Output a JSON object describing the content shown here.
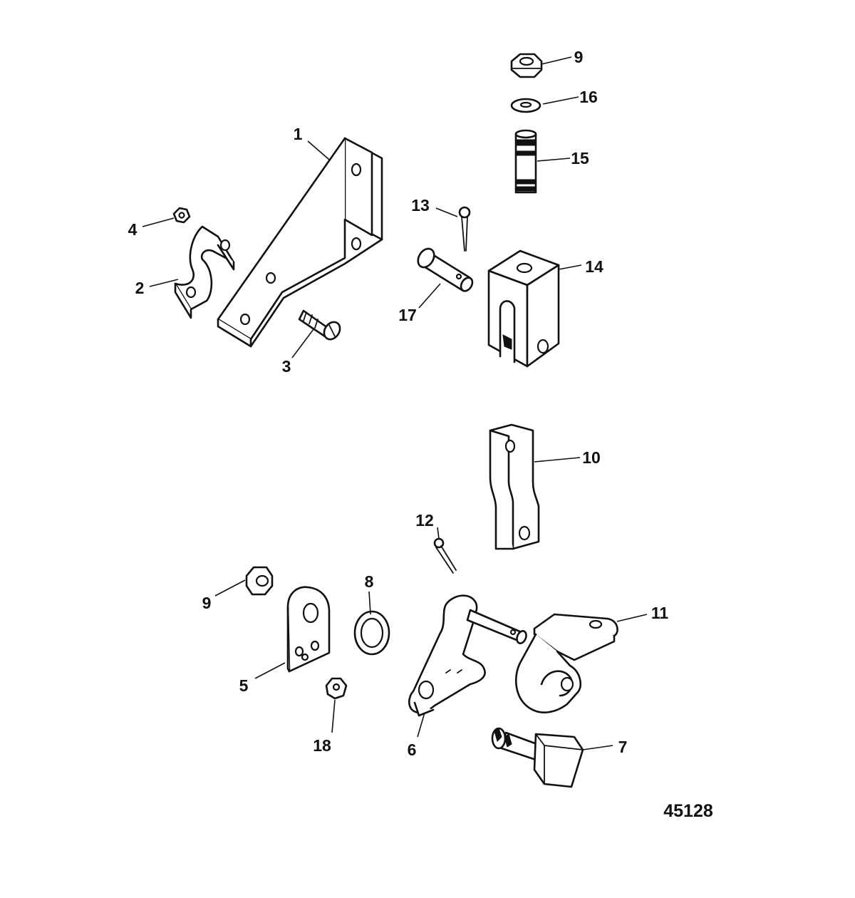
{
  "figure_number": "45128",
  "callouts": [
    "1",
    "2",
    "3",
    "4",
    "5",
    "6",
    "7",
    "8",
    "9",
    "9",
    "10",
    "11",
    "12",
    "13",
    "14",
    "15",
    "16",
    "17",
    "18"
  ]
}
